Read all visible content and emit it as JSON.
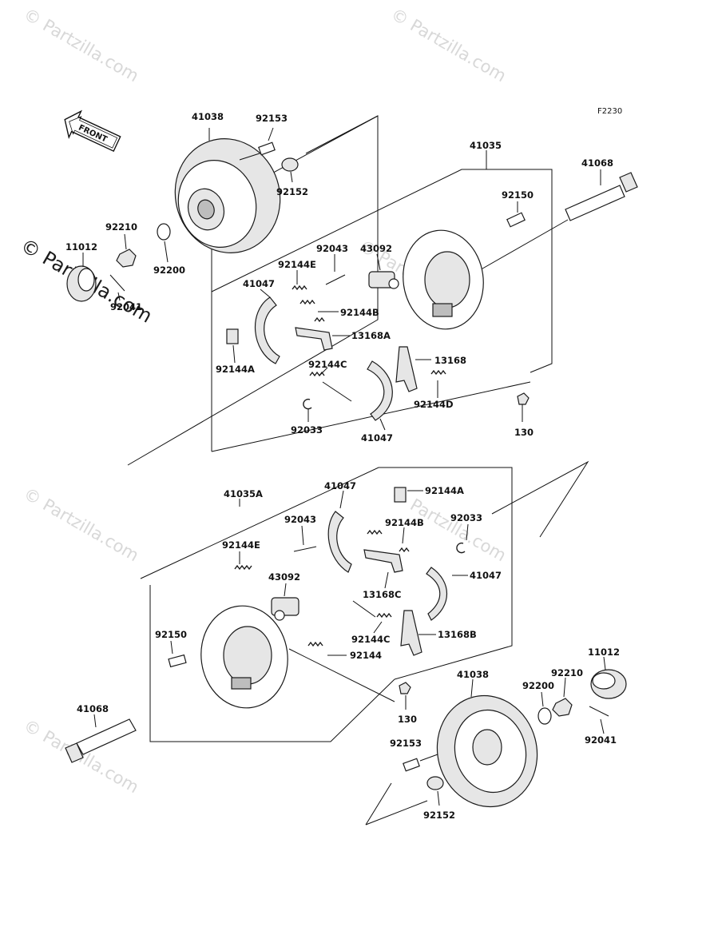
{
  "figure_code": "F2230",
  "front_arrow_label": "FRONT",
  "watermark_text": "© Partzilla.com",
  "upper_assembly": {
    "drum": "41038",
    "bolt": "92153",
    "seal": "92152",
    "washer": "92200",
    "nut": "92210",
    "cap": "11012",
    "cotter_pin": "92041",
    "panel": "41035",
    "axle": "41068",
    "panel_bolt": "92150",
    "pin": "92043",
    "wheel_cylinder": "43092",
    "spring_e": "92144E",
    "shoe_left": "41047",
    "spring_b": "92144B",
    "lever_a": "13168A",
    "clip_a": "92144A",
    "spring_c": "92144C",
    "lever": "13168",
    "spring_d": "92144D",
    "ring": "92033",
    "shoe_right": "41047",
    "screw": "130"
  },
  "lower_assembly": {
    "panel": "41035A",
    "shoe_upper": "41047",
    "clip_a": "92144A",
    "pin": "92043",
    "spring_b": "92144B",
    "ring": "92033",
    "spring_e": "92144E",
    "shoe_right": "41047",
    "wheel_cylinder": "43092",
    "lever_c": "13168C",
    "panel_bolt": "92150",
    "spring_c": "92144C",
    "lever_b": "13168B",
    "spring": "92144",
    "drum": "41038",
    "cap": "11012",
    "washer": "92200",
    "nut": "92210",
    "axle": "41068",
    "screw": "130",
    "bolt": "92153",
    "cotter_pin": "92041",
    "seal": "92152"
  }
}
